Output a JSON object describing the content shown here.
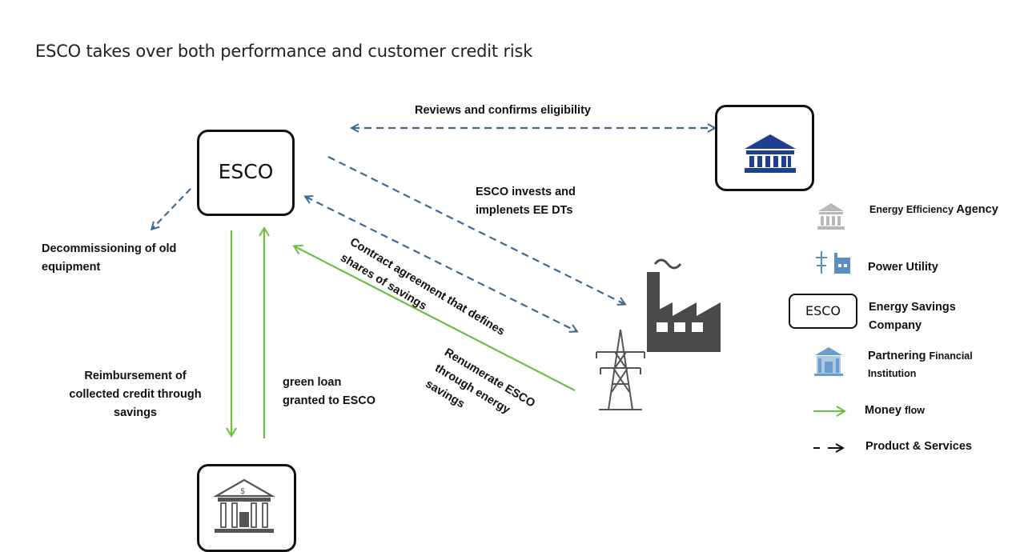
{
  "title": "ESCO takes over both performance and customer credit risk",
  "nodes": {
    "esco": "ESCO"
  },
  "edges": {
    "reviews": "Reviews and confirms eligibility",
    "invests_1": "ESCO invests and",
    "invests_2": "implenets EE DTs",
    "decom_1": "Decommissioning of old",
    "decom_2": "equipment",
    "contract_1": "Contract agreement that defines",
    "contract_2": "shares of savings",
    "renum_1": "Renumerate ESCO",
    "renum_2": "through energy",
    "renum_3": "savings",
    "reimb_1": "Reimbursement of",
    "reimb_2": "collected credit through",
    "reimb_3": "savings",
    "loan_1": "green loan",
    "loan_2": "granted to ESCO"
  },
  "legend": {
    "agency_a": "Energy Efficiency",
    "agency_b": "Agency",
    "utility": "Power Utility",
    "esco_box": "ESCO",
    "esco_1": "Energy Savings",
    "esco_2": "Company",
    "pfi_1a": "Partnering",
    "pfi_1b": "Financial",
    "pfi_2": "Institution",
    "money_a": "Money",
    "money_b": "flow",
    "product": "Product & Services"
  },
  "colors": {
    "dashed_arrow": "#3d6a93",
    "money_arrow": "#6cbe45",
    "agency_icon": "#1f3f8f",
    "factory": "#4a4a4a",
    "legend_agency": "#b8b8b8",
    "legend_utility": "#5b8fc4",
    "legend_pfi": "#6a9dcb"
  }
}
